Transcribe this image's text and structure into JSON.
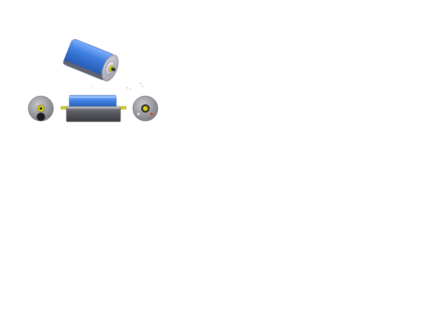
{
  "views": {
    "isometric": {
      "name": "isometric-view",
      "body_color": "#3f7fe0",
      "end_cap_color": "#c9c9cf",
      "shaft_color": "#d8d414"
    },
    "left_end": {
      "name": "left-end-view",
      "disc_color": "#8f9094",
      "shaft_color": "#d8d414",
      "foot_color": "#1e1e1e"
    },
    "front": {
      "name": "front-view",
      "roller_color": "#3f7fe0",
      "base_color": "#4a4c52",
      "shaft_color": "#d8d414"
    },
    "right_end": {
      "name": "right-end-view",
      "disc_color": "#8f9094",
      "shaft_color": "#d8d414",
      "marker_color": "#e0302a"
    }
  },
  "icons": [
    "cylinder-roller-icon",
    "end-disc-icon",
    "shaft-icon"
  ],
  "colors": {
    "background": "#ffffff",
    "accent_blue": "#3f7fe0",
    "metal_grey": "#8f9094",
    "shaft_yellow": "#d8d414"
  }
}
